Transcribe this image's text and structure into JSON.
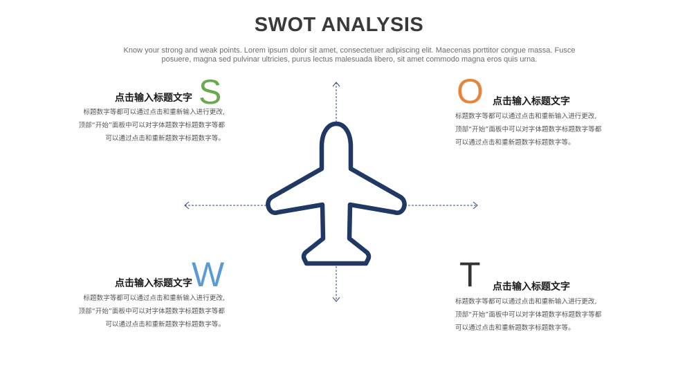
{
  "header": {
    "title": "SWOT ANALYSIS",
    "subtitle_line1": "Know your strong and weak points. Lorem ipsum dolor sit amet, consectetuer adipiscing elit. Maecenas porttitor congue massa. Fusce",
    "subtitle_line2": "posuere, magna sed pulvinar ultricies, purus lectus malesuada libero, sit amet commodo magna eros quis urna."
  },
  "colors": {
    "s": "#6aa84f",
    "o": "#e8843a",
    "w": "#5b9bd5",
    "t": "#333333",
    "plane": "#1f3864",
    "arrows": "#2e4a7a"
  },
  "icons": {
    "center": "airplane-icon"
  },
  "quadrants": {
    "s": {
      "letter": "S",
      "heading": "点击输入标题文字",
      "lines": [
        "标题数字等都可以通过点击和重新输入进行更改,",
        "顶部“开始”面板中可以对字体题数字标题数字等都",
        "可以通过点击和重新题数字标题数字等。"
      ]
    },
    "o": {
      "letter": "O",
      "heading": "点击输入标题文字",
      "lines": [
        "标题数字等都可以通过点击和重新输入进行更改,",
        "顶部“开始”面板中可以对字体题数字标题数字等都",
        "可以通过点击和重新题数字标题数字等。"
      ]
    },
    "w": {
      "letter": "W",
      "heading": "点击输入标题文字",
      "lines": [
        "标题数字等都可以通过点击和重新输入进行更改,",
        "顶部“开始”面板中可以对字体题数字标题数字等都",
        "可以通过点击和重新题数字标题数字等。"
      ]
    },
    "t": {
      "letter": "T",
      "heading": "点击输入标题文字",
      "lines": [
        "标题数字等都可以通过点击和重新输入进行更改,",
        "顶部“开始”面板中可以对字体题数字标题数字等都",
        "可以通过点击和重新题数字标题数字等。"
      ]
    }
  }
}
